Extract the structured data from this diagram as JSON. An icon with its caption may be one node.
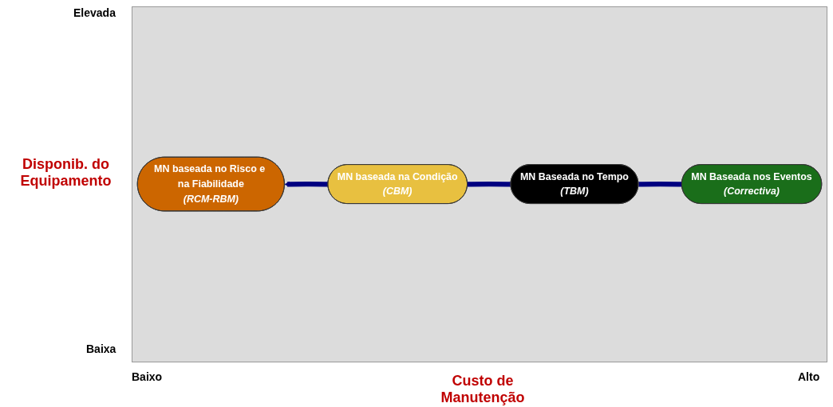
{
  "diagram": {
    "nodes": [
      {
        "text": [
          "MN baseada no Risco e na Fiabilidade",
          "(RCM-RBM)"
        ]
      },
      {
        "text": [
          "MN baseada na Condição",
          "(CBM)"
        ]
      },
      {
        "text": [
          "MN Baseada no Tempo",
          "(TBM)"
        ]
      },
      {
        "text": [
          "MN Baseada nos Eventos",
          "(Correctiva)"
        ]
      }
    ],
    "edges": [
      {
        "from": 3,
        "to": 2,
        "arrow": "none"
      },
      {
        "from": 2,
        "to": 1,
        "arrow": "none"
      },
      {
        "from": 1,
        "to": 0,
        "arrow": "to"
      }
    ],
    "labels": [
      "Elevada",
      "Disponib. do Equipamento",
      "Baixa",
      "Baixo",
      "Custo de Manutenção",
      "Alto"
    ]
  }
}
